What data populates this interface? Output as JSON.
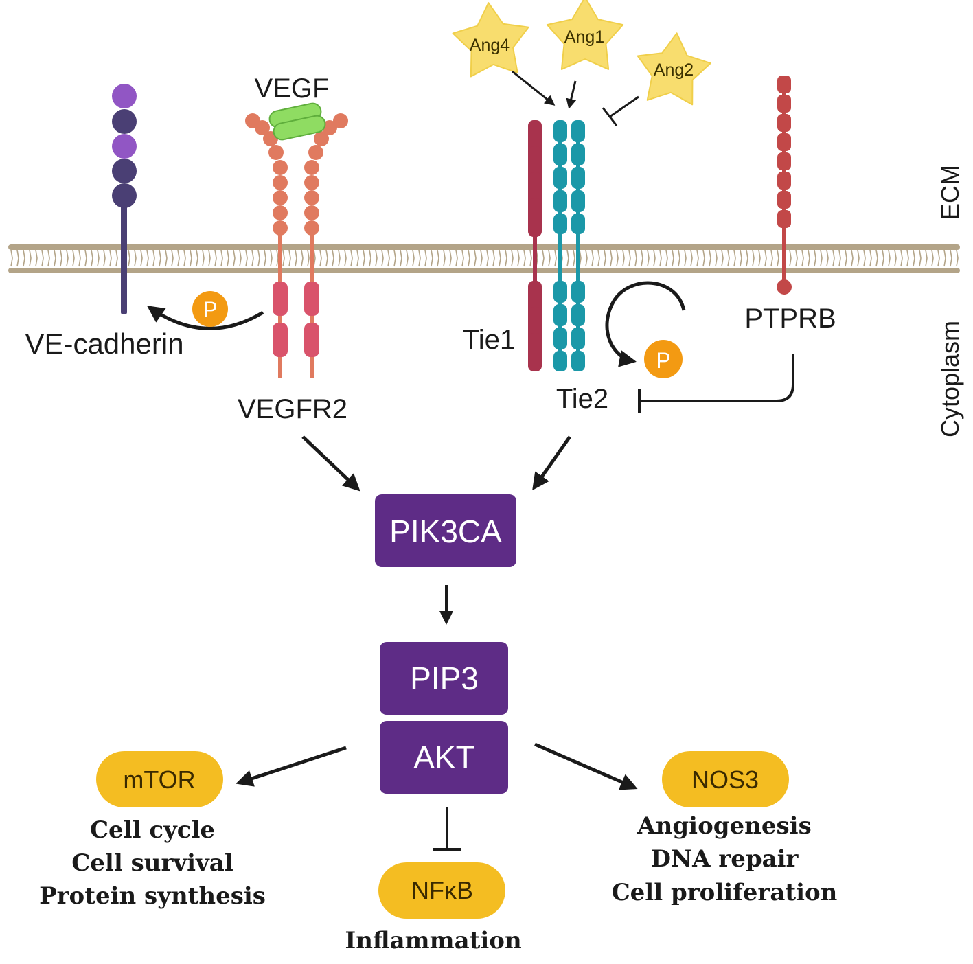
{
  "colors": {
    "membrane": "#b3a488",
    "vecad_purple": "#9156c4",
    "vecad_dark": "#4a3f74",
    "vegfr_salmon": "#e07a5f",
    "vegfr_pink": "#d9536b",
    "vegf_green": "#8fdc62",
    "tie1_red": "#a8334d",
    "tie2_teal": "#1b98a8",
    "ptprb_red": "#c24848",
    "phospho_orange": "#f39a12",
    "box_purple": "#5e2c86",
    "pill_yellow": "#f4bd22",
    "star_yellow": "#f8dd6e"
  },
  "compartments": {
    "ecm": "ECM",
    "cytoplasm": "Cytoplasm"
  },
  "receptors": {
    "vegf": "VEGF",
    "vegfr2": "VEGFR2",
    "ve_cadherin": "VE-cadherin",
    "tie1": "Tie1",
    "tie2": "Tie2",
    "ptprb": "PTPRB"
  },
  "ligands": {
    "ang4": "Ang4",
    "ang1": "Ang1",
    "ang2": "Ang2"
  },
  "phospho_label": "P",
  "nodes": {
    "pik3ca": "PIK3CA",
    "pip3": "PIP3",
    "akt": "AKT"
  },
  "effectors": {
    "mtor": "mTOR",
    "nos3": "NOS3",
    "nfkb": "NFκB"
  },
  "outcomes": {
    "mtor": [
      "Cell cycle",
      "Cell survival",
      "Protein synthesis"
    ],
    "nos3": [
      "Angiogenesis",
      "DNA repair",
      "Cell proliferation"
    ],
    "nfkb": [
      "Inflammation"
    ]
  }
}
